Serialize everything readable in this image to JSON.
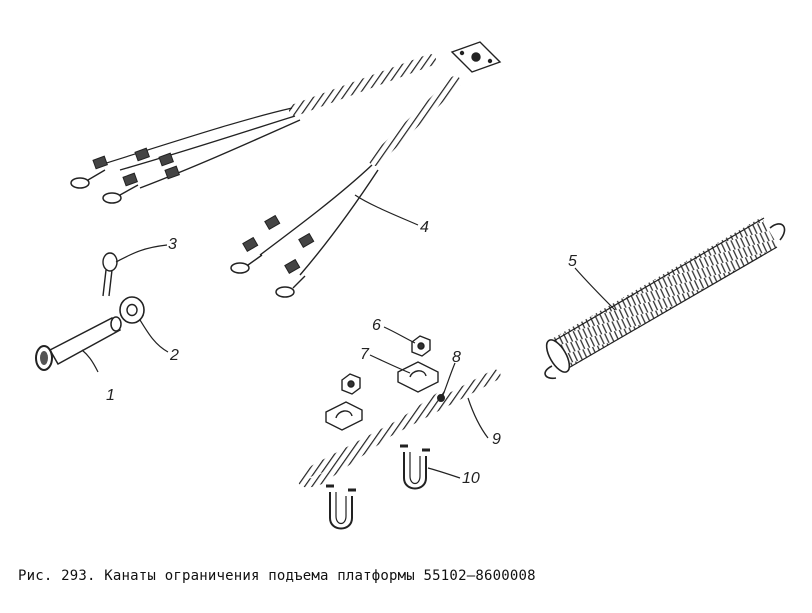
{
  "labels": {
    "p1": "1",
    "p2": "2",
    "p3": "3",
    "p4": "4",
    "p5": "5",
    "p6": "6",
    "p7": "7",
    "p8": "8",
    "p9": "9",
    "p10": "10"
  },
  "caption": "Рис. 293. Канаты ограничения подъема платформы 55102—8600008",
  "colors": {
    "ink": "#222222",
    "background": "#ffffff"
  }
}
